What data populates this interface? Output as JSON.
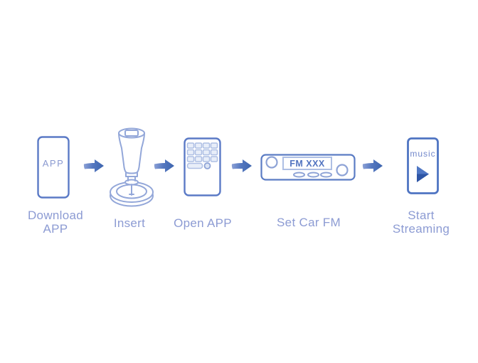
{
  "page": {
    "background": "#ffffff",
    "description_type": "process-flow-diagram"
  },
  "diagram": {
    "type": "process-flow",
    "step_count": 5,
    "steps": [
      {
        "name": "download-app",
        "label_line1": "Download",
        "label_line2": "APP",
        "phone_text": "APP",
        "icon": "phone-app-icon"
      },
      {
        "name": "insert",
        "label_line1": "Insert",
        "icon": "car-charger-icon"
      },
      {
        "name": "open-app",
        "label_line1": "Open APP",
        "icon": "phone-grid-icon"
      },
      {
        "name": "set-car-fm",
        "label_line1": "Set Car FM",
        "display_text": "FM XXX",
        "icon": "car-radio-icon"
      },
      {
        "name": "start-streaming",
        "label_line1": "Start",
        "label_line2": "Streaming",
        "phone_text": "music",
        "icon": "phone-music-icon"
      }
    ],
    "colors": {
      "outline_blue": "#5577c5",
      "light_outline": "#93a7d9",
      "grid_light": "#aebfe4",
      "label_text": "#8c9bd3",
      "arrow_blue_dark": "#3c64ae",
      "arrow_blue_light": "#8ba0d6",
      "play_triangle": "#4f77c4",
      "play_triangle_shadow": "#2e55a5",
      "fm_text": "#5274c0"
    }
  }
}
